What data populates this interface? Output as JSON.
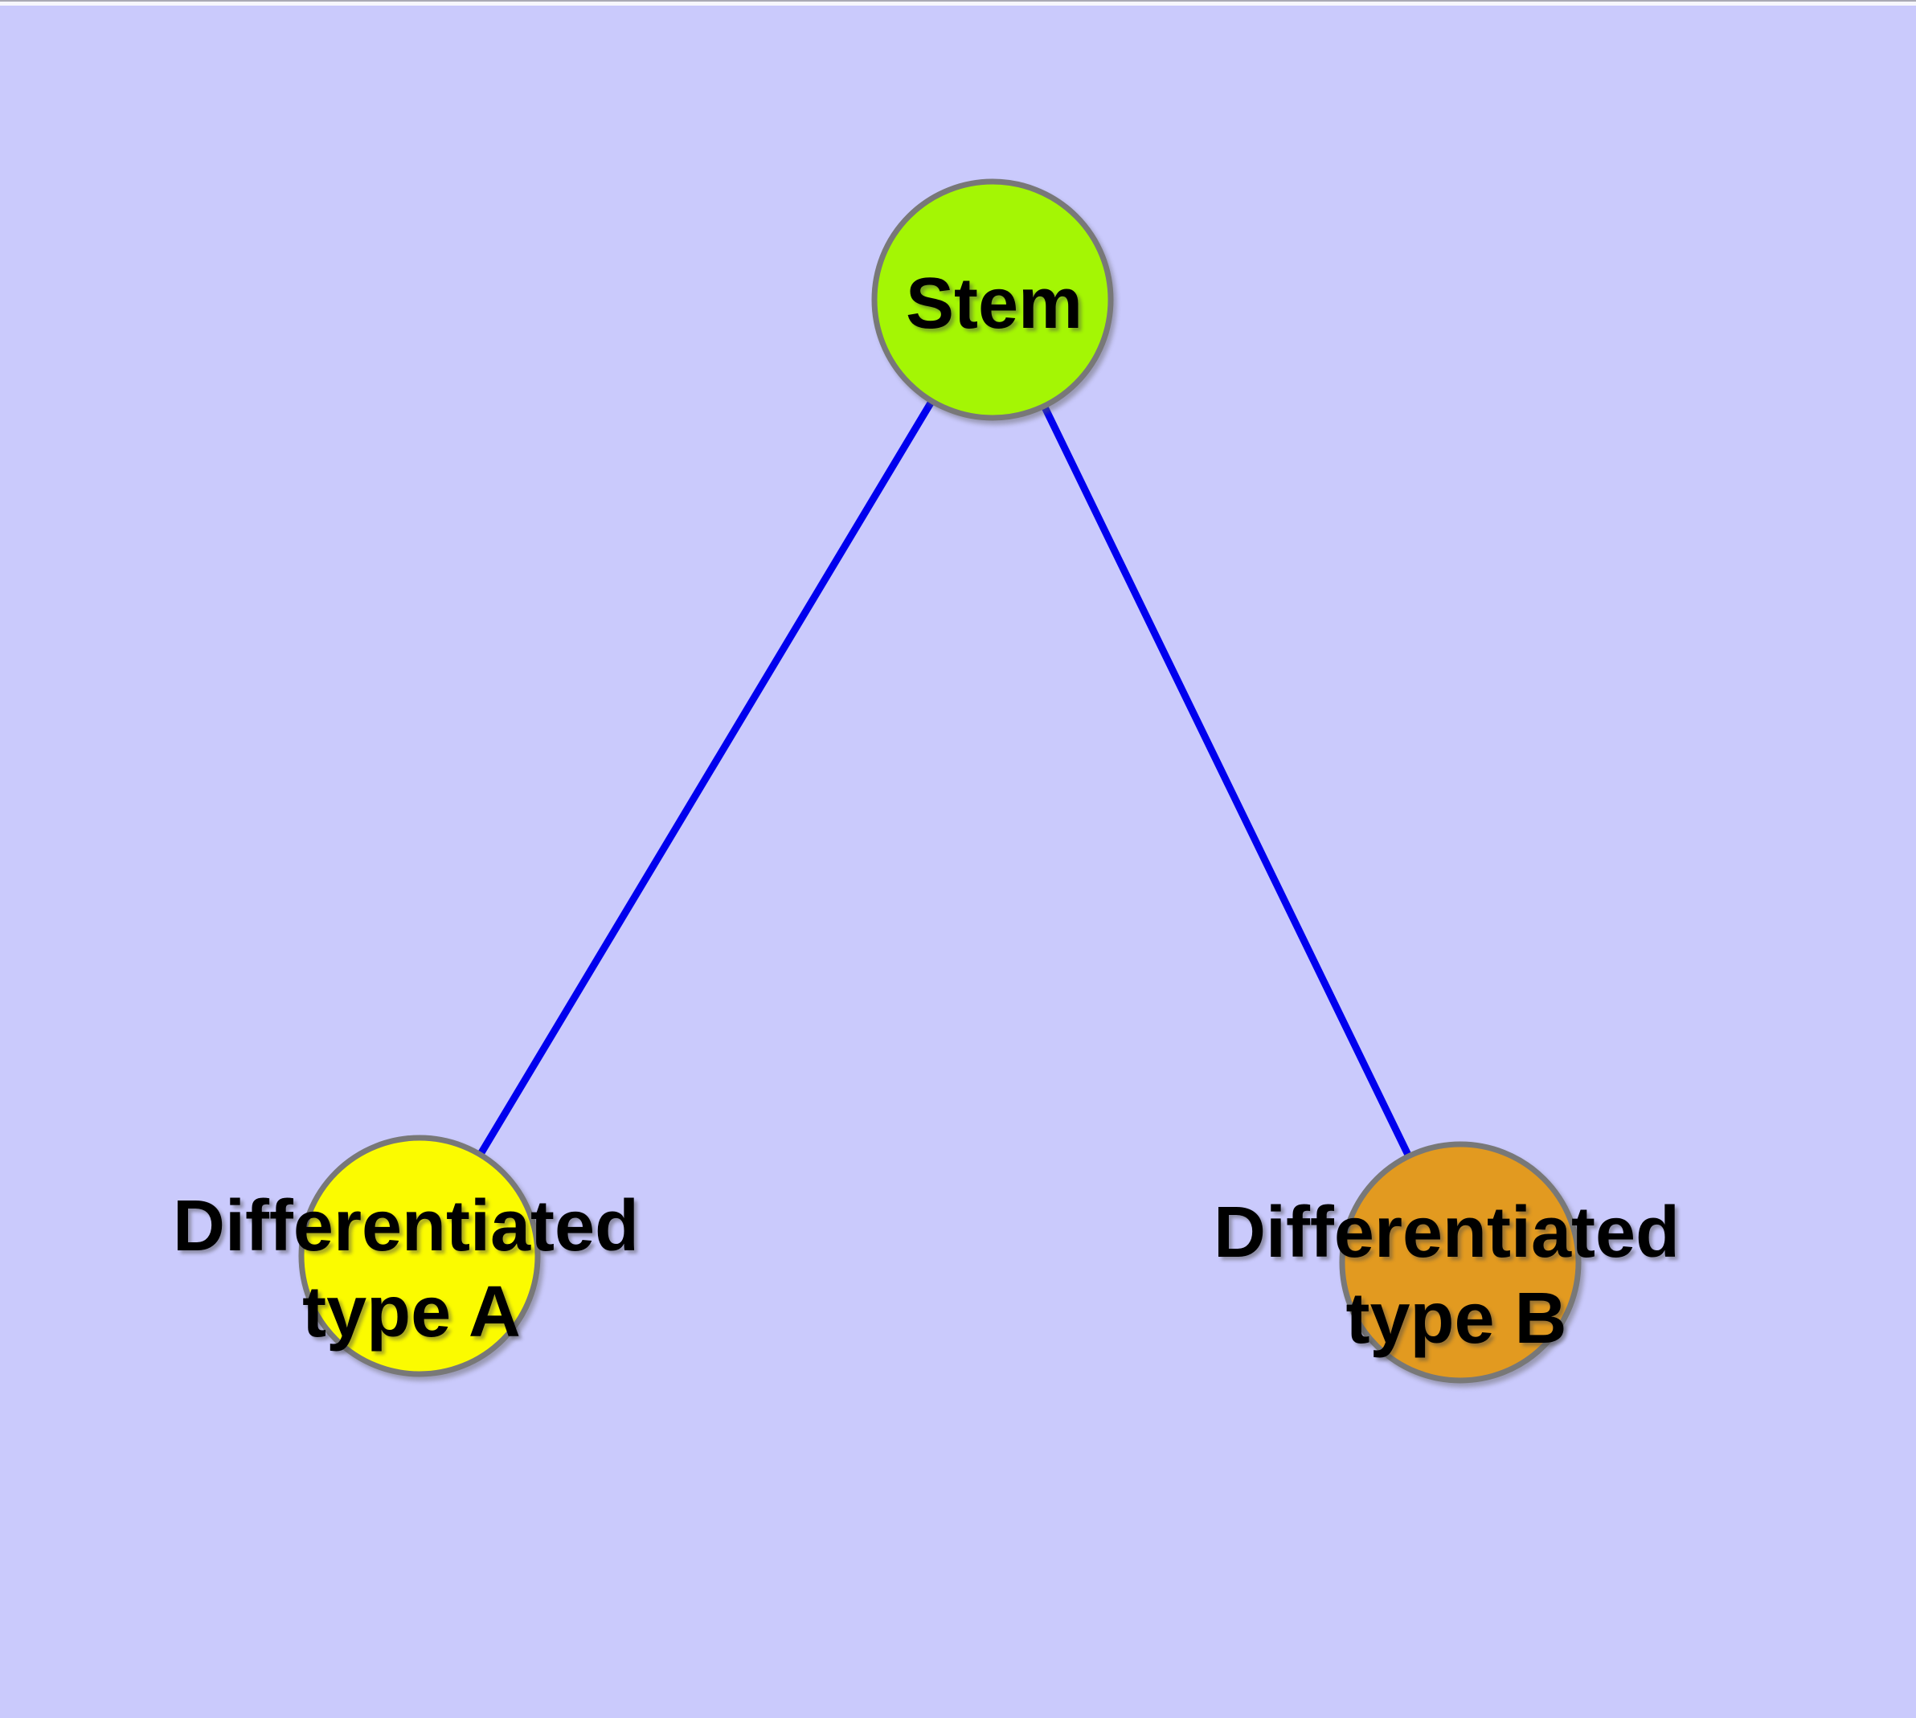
{
  "diagram": {
    "type": "graph",
    "background_color": "#cacafc",
    "window_top_border_color": "#aaaab4",
    "window_top_strip_color": "#f7f7fd",
    "edge_style": {
      "color": "#0000ee",
      "width": "9"
    },
    "node_border": {
      "color": "#787878",
      "width": "7"
    },
    "nodes": {
      "stem": {
        "label": "Stem",
        "fill": "#a4f604"
      },
      "type_a": {
        "label_line1": "Differentiated",
        "label_line2": "type A",
        "fill": "#fbfb00"
      },
      "type_b": {
        "label_line1": "Differentiated",
        "label_line2": "type B",
        "fill": "#e29a20"
      }
    },
    "edges": [
      {
        "from": "Stem",
        "to": "Differentiated type A"
      },
      {
        "from": "Stem",
        "to": "Differentiated type B"
      }
    ]
  }
}
